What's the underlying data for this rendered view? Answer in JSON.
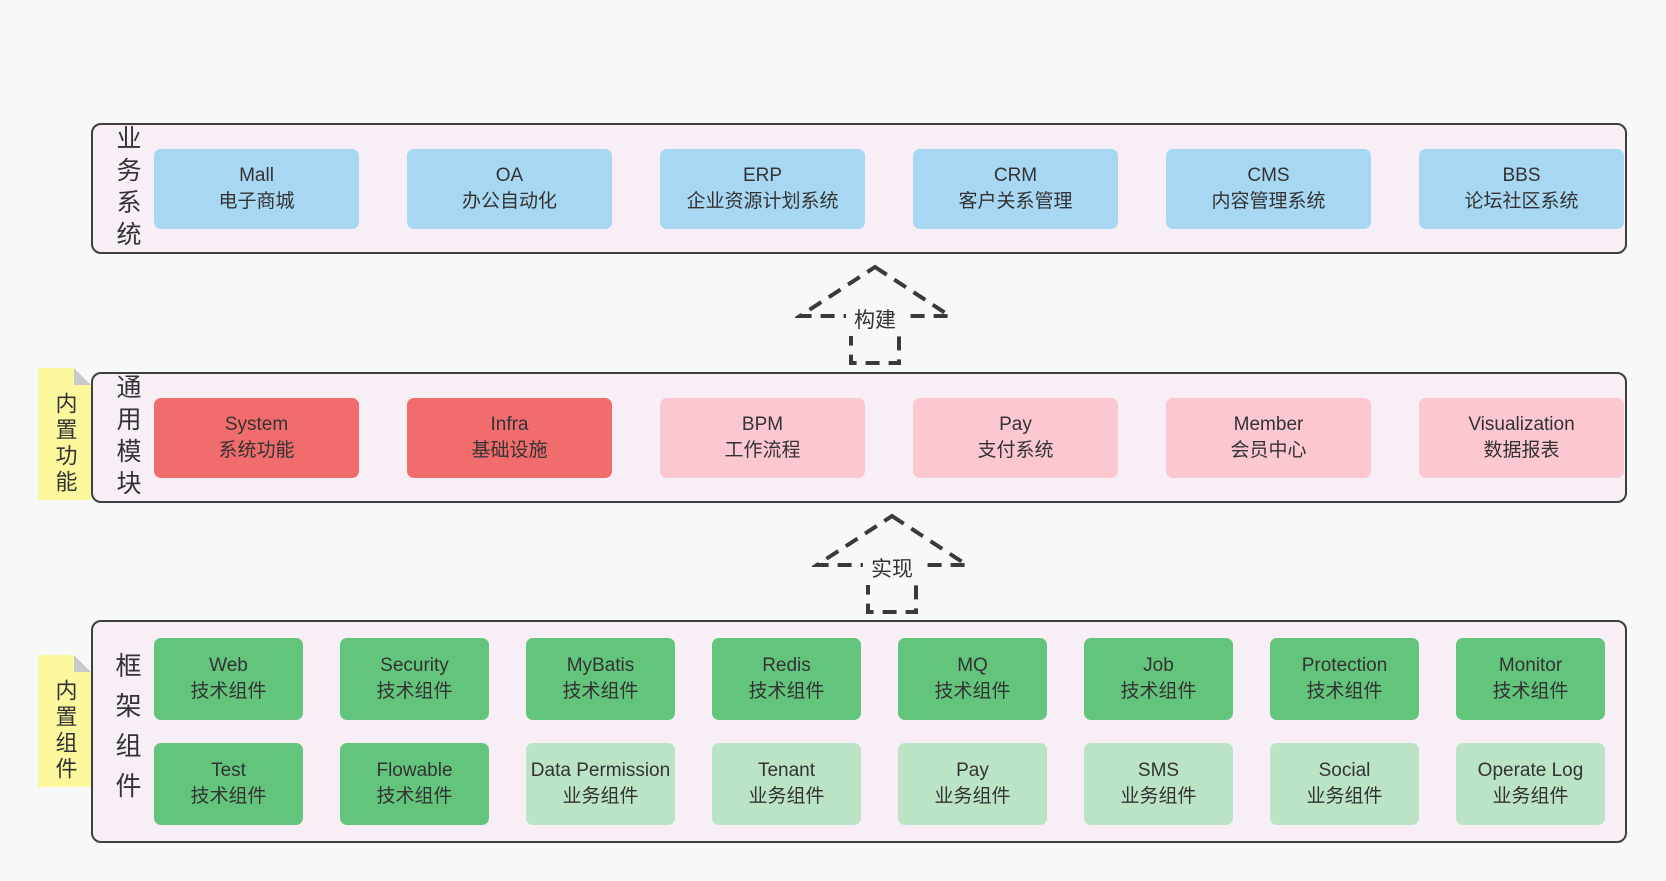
{
  "colors": {
    "page_bg": "#f8f8f8",
    "band_bg": "#f8eef6",
    "band_border": "#3f3f3f",
    "note_yellow": "#fbf89e",
    "note_fold_gray": "#c9c9c9",
    "box_blue": "#a7d7f3",
    "box_red": "#f16c6c",
    "box_pink": "#fbc7d0",
    "box_green": "#63c57b",
    "box_light_green": "#bae4c5",
    "text": "#333333"
  },
  "arrows": {
    "build": "构建",
    "implement": "实现"
  },
  "business_band": {
    "label": "业务系统",
    "boxes": [
      {
        "en": "Mall",
        "zh": "电子商城",
        "variant": "blue"
      },
      {
        "en": "OA",
        "zh": "办公自动化",
        "variant": "blue"
      },
      {
        "en": "ERP",
        "zh": "企业资源计划系统",
        "variant": "blue"
      },
      {
        "en": "CRM",
        "zh": "客户关系管理",
        "variant": "blue"
      },
      {
        "en": "CMS",
        "zh": "内容管理系统",
        "variant": "blue"
      },
      {
        "en": "BBS",
        "zh": "论坛社区系统",
        "variant": "blue"
      }
    ]
  },
  "module_band": {
    "note": "内置功能",
    "label": "通用模块",
    "boxes": [
      {
        "en": "System",
        "zh": "系统功能",
        "variant": "red"
      },
      {
        "en": "Infra",
        "zh": "基础设施",
        "variant": "red"
      },
      {
        "en": "BPM",
        "zh": "工作流程",
        "variant": "pink"
      },
      {
        "en": "Pay",
        "zh": "支付系统",
        "variant": "pink"
      },
      {
        "en": "Member",
        "zh": "会员中心",
        "variant": "pink"
      },
      {
        "en": "Visualization",
        "zh": "数据报表",
        "variant": "pink"
      }
    ]
  },
  "component_band": {
    "note": "内置组件",
    "label": "框架组件",
    "row1": [
      {
        "en": "Web",
        "zh": "技术组件",
        "variant": "green"
      },
      {
        "en": "Security",
        "zh": "技术组件",
        "variant": "green"
      },
      {
        "en": "MyBatis",
        "zh": "技术组件",
        "variant": "green"
      },
      {
        "en": "Redis",
        "zh": "技术组件",
        "variant": "green"
      },
      {
        "en": "MQ",
        "zh": "技术组件",
        "variant": "green"
      },
      {
        "en": "Job",
        "zh": "技术组件",
        "variant": "green"
      },
      {
        "en": "Protection",
        "zh": "技术组件",
        "variant": "green"
      },
      {
        "en": "Monitor",
        "zh": "技术组件",
        "variant": "green"
      }
    ],
    "row2": [
      {
        "en": "Test",
        "zh": "技术组件",
        "variant": "green"
      },
      {
        "en": "Flowable",
        "zh": "技术组件",
        "variant": "green"
      },
      {
        "en": "Data Permission",
        "zh": "业务组件",
        "variant": "lightgreen"
      },
      {
        "en": "Tenant",
        "zh": "业务组件",
        "variant": "lightgreen"
      },
      {
        "en": "Pay",
        "zh": "业务组件",
        "variant": "lightgreen"
      },
      {
        "en": "SMS",
        "zh": "业务组件",
        "variant": "lightgreen"
      },
      {
        "en": "Social",
        "zh": "业务组件",
        "variant": "lightgreen"
      },
      {
        "en": "Operate Log",
        "zh": "业务组件",
        "variant": "lightgreen"
      }
    ]
  }
}
